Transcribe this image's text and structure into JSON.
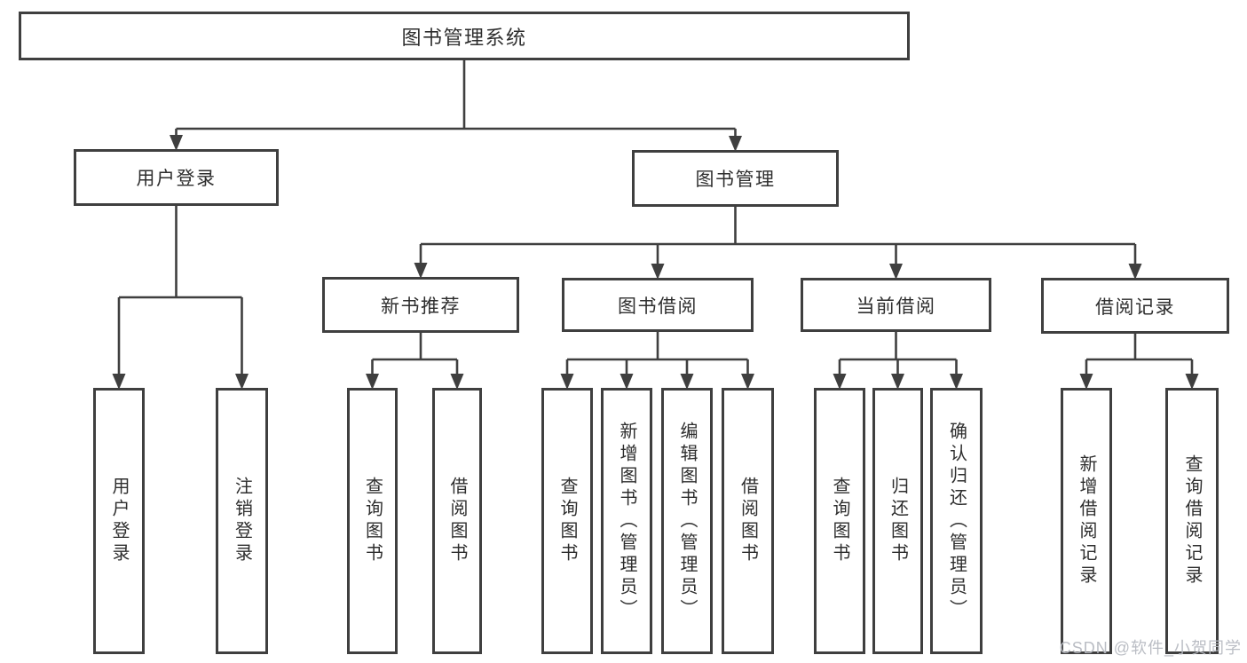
{
  "diagram": {
    "type": "hierarchy-tree",
    "title": "图书管理系统",
    "colors": {
      "line": "#3f3f3f",
      "text": "#2e2e2e",
      "background": "#ffffff",
      "watermark": "#b7bac1"
    },
    "nodes": {
      "root": {
        "label": "图书管理系统",
        "parent": null
      },
      "user-login-branch": {
        "label": "用户登录",
        "parent": "root"
      },
      "book-mgmt": {
        "label": "图书管理",
        "parent": "root"
      },
      "login": {
        "label": "用户登录",
        "parent": "user-login-branch"
      },
      "logout": {
        "label": "注销登录",
        "parent": "user-login-branch"
      },
      "new-book-rec": {
        "label": "新书推荐",
        "parent": "book-mgmt"
      },
      "book-borrow": {
        "label": "图书借阅",
        "parent": "book-mgmt"
      },
      "current-borrow": {
        "label": "当前借阅",
        "parent": "book-mgmt"
      },
      "borrow-records": {
        "label": "借阅记录",
        "parent": "book-mgmt"
      },
      "rec-query-books": {
        "label": "查询图书",
        "parent": "new-book-rec"
      },
      "rec-borrow-books": {
        "label": "借阅图书",
        "parent": "new-book-rec"
      },
      "bb-query-books": {
        "label": "查询图书",
        "parent": "book-borrow"
      },
      "bb-add-books": {
        "label": "新增图书（管理员）",
        "parent": "book-borrow"
      },
      "bb-edit-books": {
        "label": "编辑图书（管理员）",
        "parent": "book-borrow"
      },
      "bb-borrow-books": {
        "label": "借阅图书",
        "parent": "book-borrow"
      },
      "cb-query-books": {
        "label": "查询图书",
        "parent": "current-borrow"
      },
      "cb-return-books": {
        "label": "归还图书",
        "parent": "current-borrow"
      },
      "cb-confirm-return": {
        "label": "确认归还（管理员）",
        "parent": "current-borrow"
      },
      "br-add-record": {
        "label": "新增借阅记录",
        "parent": "borrow-records"
      },
      "br-query-record": {
        "label": "查询借阅记录",
        "parent": "borrow-records"
      }
    }
  },
  "watermark": {
    "text": "CSDN @软件_小贺同学"
  }
}
